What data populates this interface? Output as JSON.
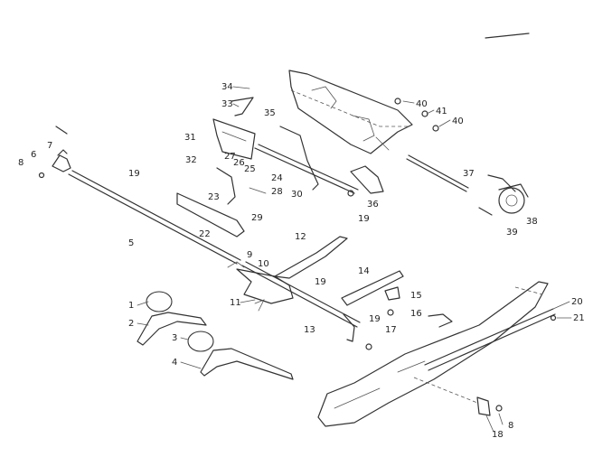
{
  "labels": {
    "l1": "1",
    "l2": "2",
    "l3": "3",
    "l4": "4",
    "l5": "5",
    "l6": "6",
    "l7": "7",
    "l8a": "8",
    "l8b": "8",
    "l9": "9",
    "l10": "10",
    "l11": "11",
    "l12": "12",
    "l13": "13",
    "l14": "14",
    "l15": "15",
    "l16": "16",
    "l17": "17",
    "l18": "18",
    "l19a": "19",
    "l19b": "19",
    "l19c": "19",
    "l19d": "19",
    "l20": "20",
    "l21": "21",
    "l22": "22",
    "l23": "23",
    "l24": "24",
    "l25": "25",
    "l26": "26",
    "l27": "27",
    "l28": "28",
    "l29": "29",
    "l30": "30",
    "l31": "31",
    "l32": "32",
    "l33": "33",
    "l34": "34",
    "l35": "35",
    "l36": "36",
    "l37": "37",
    "l38": "38",
    "l39": "39",
    "l40a": "40",
    "l40b": "40",
    "l41": "41"
  },
  "colors": {
    "ink": "#333333",
    "paper": "#ffffff"
  }
}
